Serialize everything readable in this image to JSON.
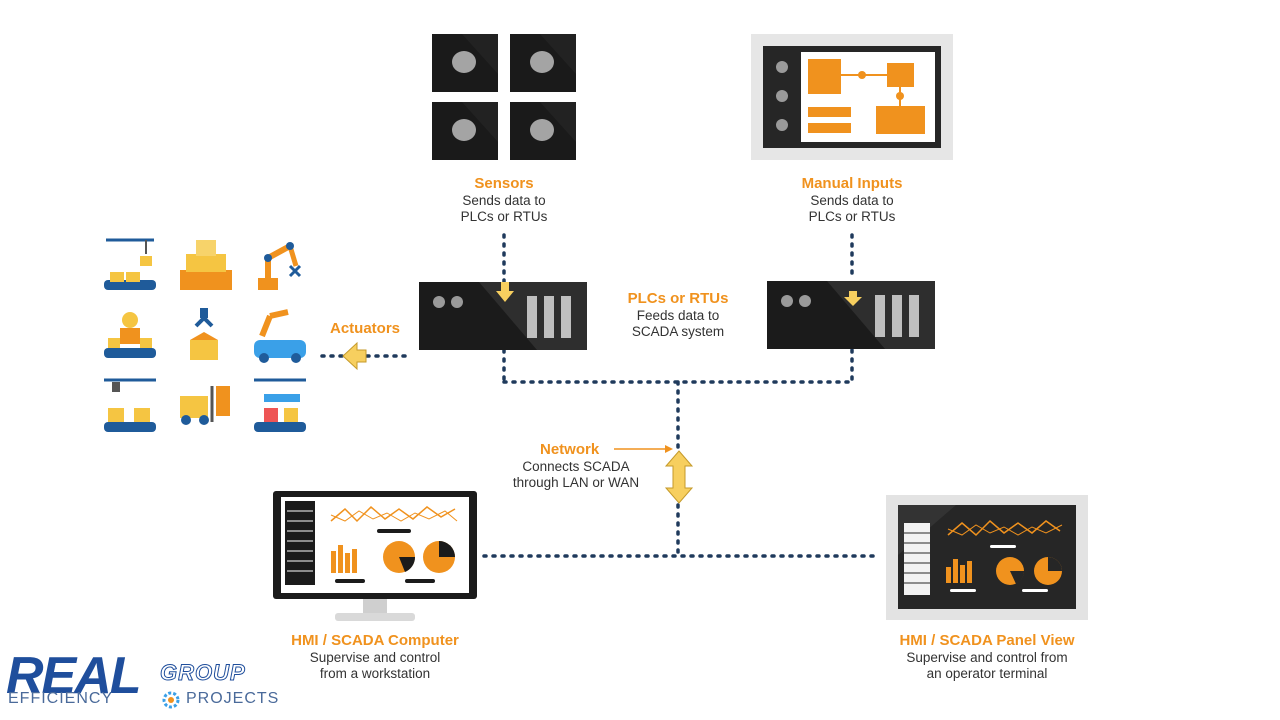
{
  "nodes": {
    "sensors": {
      "title": "Sensors",
      "desc1": "Sends data to",
      "desc2": "PLCs or RTUs"
    },
    "manual_inputs": {
      "title": "Manual Inputs",
      "desc1": "Sends data to",
      "desc2": "PLCs or RTUs"
    },
    "plcs": {
      "title": "PLCs or RTUs",
      "desc1": "Feeds data to",
      "desc2": "SCADA system"
    },
    "actuators": {
      "title": "Actuators"
    },
    "network": {
      "title": "Network",
      "desc1": "Connects SCADA",
      "desc2": "through LAN or WAN"
    },
    "hmi_computer": {
      "title": "HMI / SCADA Computer",
      "desc1": "Supervise and control",
      "desc2": "from a workstation"
    },
    "hmi_panel": {
      "title": "HMI / SCADA Panel View",
      "desc1": "Supervise and control from",
      "desc2": "an operator terminal"
    }
  },
  "logo": {
    "main": "REAL",
    "group": "GROUP",
    "efficiency": "EFFICIENCY",
    "projects": "PROJECTS"
  },
  "colors": {
    "accent": "#f0921e",
    "arrow_fill": "#f7cf5f",
    "dots": "#1f3a5c",
    "logo_blue": "#1f4e9c",
    "dark": "#1b1b1b"
  }
}
